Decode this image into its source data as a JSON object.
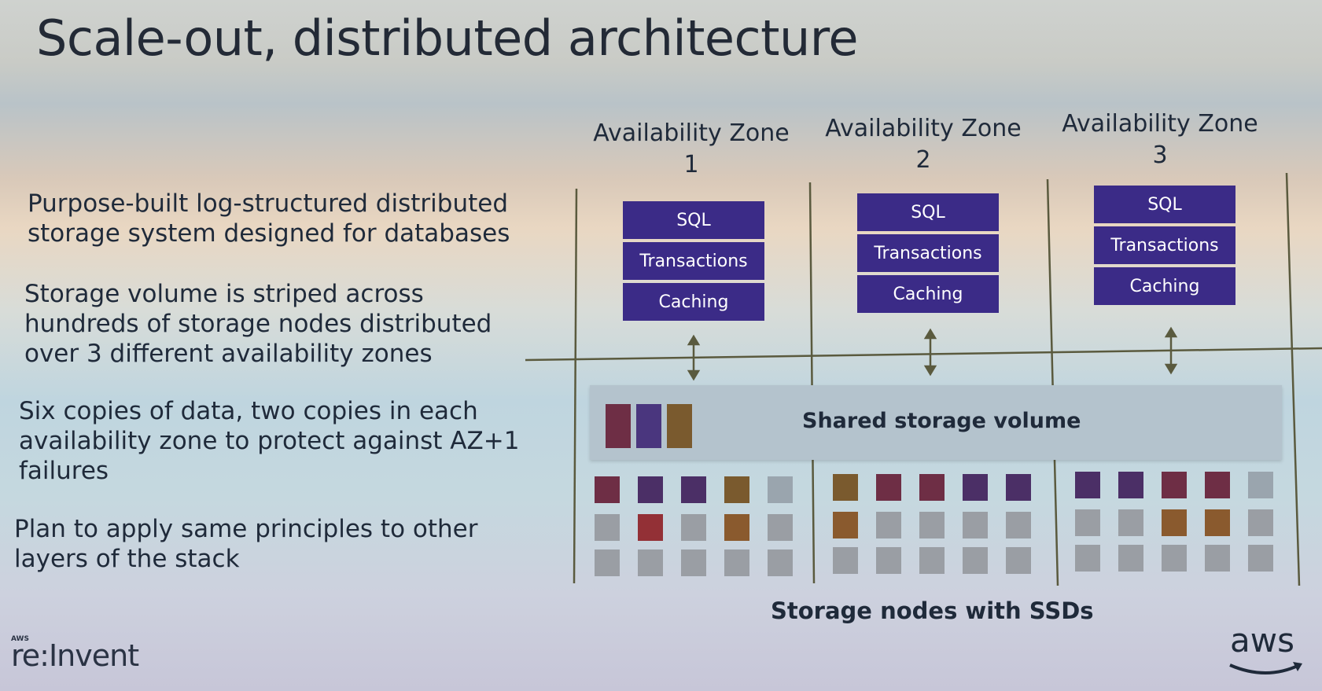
{
  "title": "Scale-out, distributed architecture",
  "bullets": [
    "Purpose-built log-structured distributed storage system designed for databases",
    "Storage volume is striped across hundreds of storage nodes distributed over 3 different availability zones",
    "Six copies of data, two copies in each availability zone to protect against AZ+1 failures",
    "Plan to apply same principles to other layers of the stack"
  ],
  "zones": [
    {
      "label": "Availability Zone 1",
      "layers": [
        "SQL",
        "Transactions",
        "Caching"
      ]
    },
    {
      "label": "Availability Zone 2",
      "layers": [
        "SQL",
        "Transactions",
        "Caching"
      ]
    },
    {
      "label": "Availability Zone 3",
      "layers": [
        "SQL",
        "Transactions",
        "Caching"
      ]
    }
  ],
  "shared_volume_label": "Shared storage volume",
  "storage_nodes_label": "Storage nodes with SSDs",
  "brand_left": "re:Invent",
  "brand_left_small": "AWS",
  "brand_right": "aws",
  "colors": {
    "layer": "#3b2b87",
    "volume_chips": [
      "#6e2e45",
      "#4a367e",
      "#7a5a2e"
    ],
    "node_rows": [
      [
        "#6e2e45",
        "#4b2f66",
        "#4b2f66",
        "#7a5a2e",
        "#9aa5ae",
        "#7a5a2e",
        "#6e2e45",
        "#6e2e45",
        "#4b2f66",
        "#4b2f66",
        "#4b2f66",
        "#4b2f66",
        "#6e2e45",
        "#6e2e45",
        "#9aa5ae"
      ],
      [
        "#9a9ea4",
        "#933036",
        "#9a9ea4",
        "#8a5a2e",
        "#9a9ea4",
        "#8a5a2e",
        "#9a9ea4",
        "#9a9ea4",
        "#9a9ea4",
        "#9a9ea4",
        "#9a9ea4",
        "#9a9ea4",
        "#8a5a2e",
        "#8a5a2e",
        "#9a9ea4"
      ],
      [
        "#9a9ea4",
        "#9a9ea4",
        "#9a9ea4",
        "#9a9ea4",
        "#9a9ea4",
        "#9a9ea4",
        "#9a9ea4",
        "#9a9ea4",
        "#9a9ea4",
        "#9a9ea4",
        "#9a9ea4",
        "#9a9ea4",
        "#9a9ea4",
        "#9a9ea4",
        "#9a9ea4"
      ]
    ]
  }
}
